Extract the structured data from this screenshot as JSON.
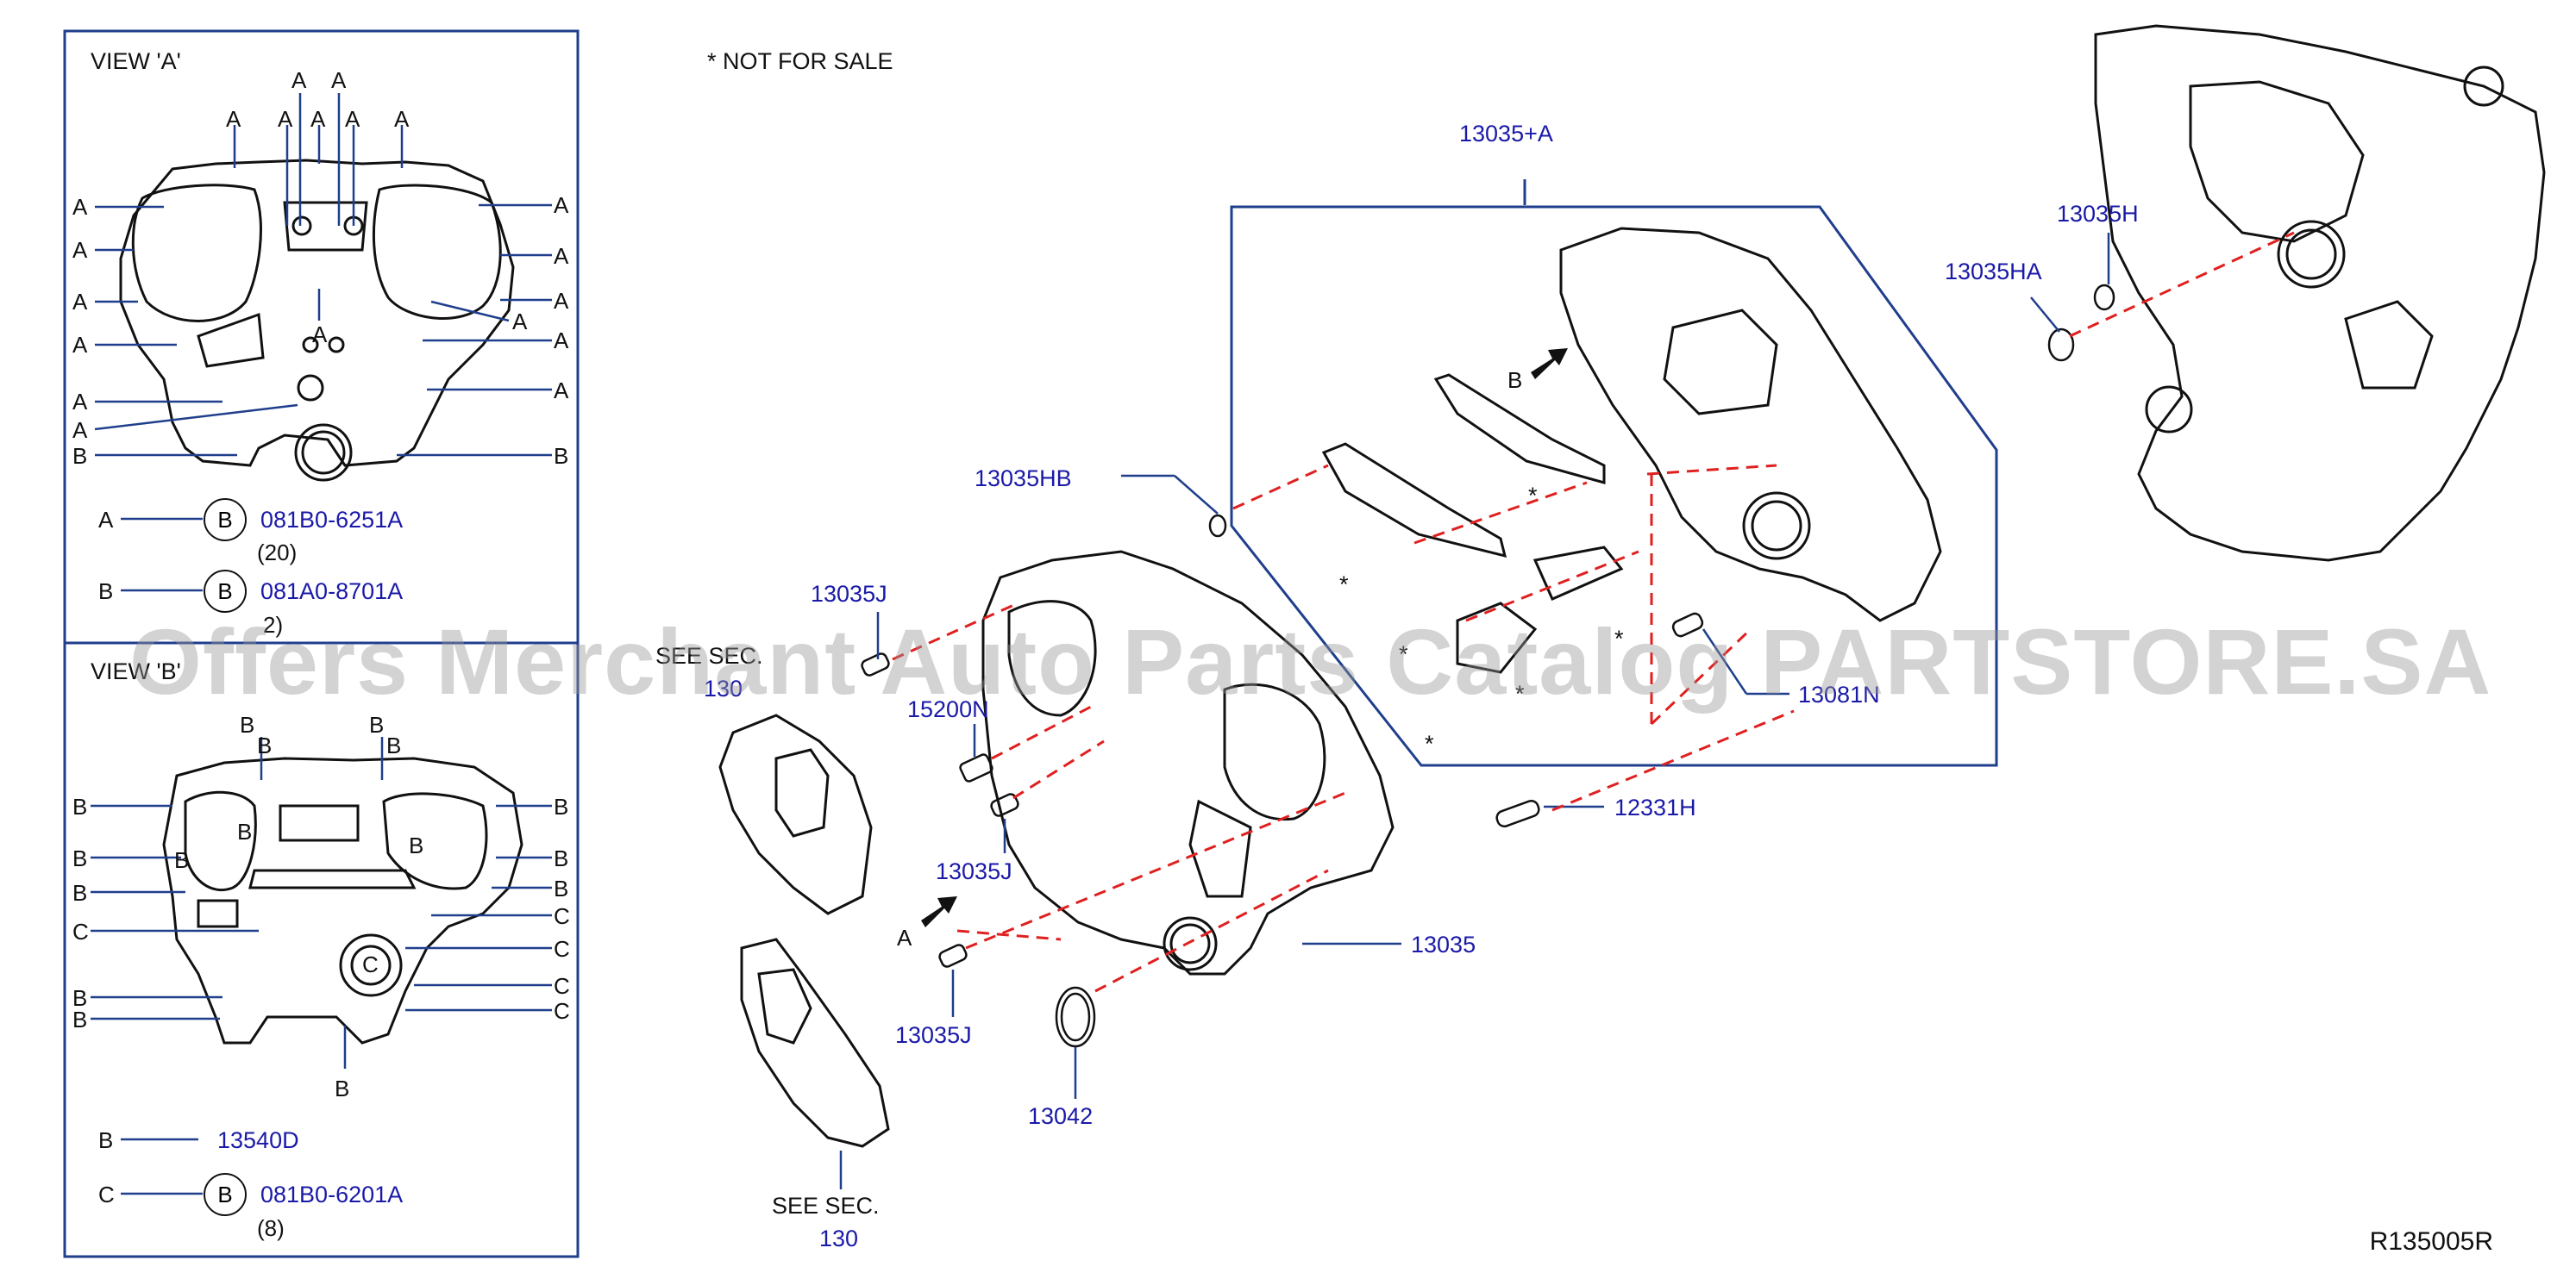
{
  "header": {
    "not_for_sale": "*   NOT   FOR   SALE"
  },
  "view_a": {
    "title": "VIEW   'A'",
    "bolts": [
      {
        "letter": "A",
        "circle": "B",
        "part": "081B0-6251A",
        "qty": "(20)"
      },
      {
        "letter": "B",
        "circle": "B",
        "part": "081A0-8701A",
        "qty": "2)"
      }
    ]
  },
  "view_b": {
    "title": "VIEW  'B'",
    "legend": [
      {
        "letter": "B",
        "part": "13540D"
      },
      {
        "letter": "C",
        "circle": "B",
        "part": "081B0-6201A",
        "qty": "(8)"
      }
    ]
  },
  "see_sec_top": {
    "text": "SEE   SEC.",
    "number": "130"
  },
  "see_sec_bottom": {
    "text": "SEE   SEC.",
    "number": "130"
  },
  "callouts": {
    "kit": "13035+A",
    "hb": "13035HB",
    "h": "13035H",
    "ha": "13035HA",
    "j_top": "13035J",
    "n15200": "15200N",
    "j_mid": "13035J",
    "j_bot": "13035J",
    "n13042": "13042",
    "n13035": "13035",
    "n12331": "12331H",
    "n13081": "13081N"
  },
  "arrow_labels": {
    "a": "A",
    "b": "B"
  },
  "asterisk": "*",
  "watermark": "Offers Merchant Auto Parts Catalog PARTSTORE.SA",
  "reference": "R135005R",
  "colors": {
    "line": "#1f3e8c",
    "leader": "#1a1aa8",
    "dash": "#e02020",
    "ink": "#111111"
  }
}
